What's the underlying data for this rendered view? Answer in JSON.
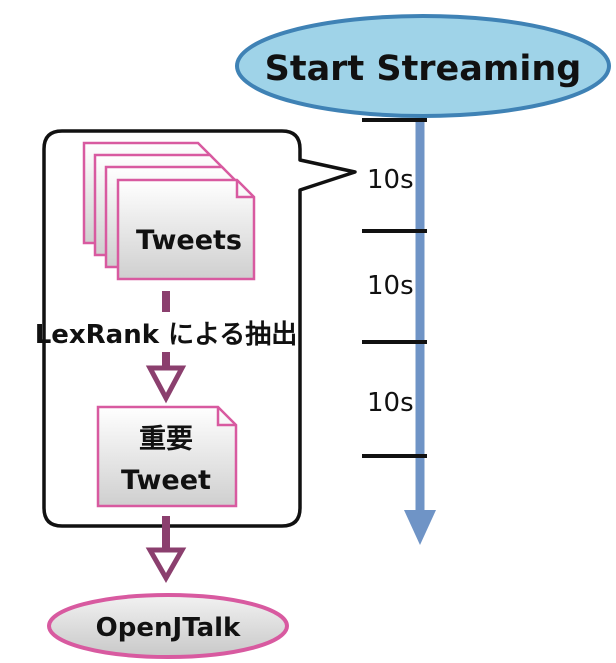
{
  "start_label": "Start Streaming",
  "interval_labels": [
    "10s",
    "10s",
    "10s"
  ],
  "tweets_label": "Tweets",
  "extract_label": "LexRank による抽出",
  "important_line1": "重要",
  "important_line2": "Tweet",
  "output_label": "OpenJTalk",
  "colors": {
    "start_fill": "#9fd3e8",
    "start_stroke": "#3f82b5",
    "timeline": "#6f94c6",
    "doc_stroke": "#d85aa0",
    "flow_arrow": "#8b3f6e",
    "output_fill": "#d6d6d6"
  }
}
